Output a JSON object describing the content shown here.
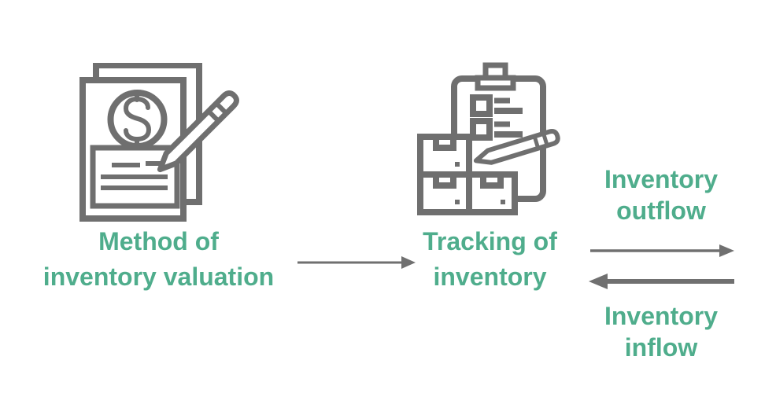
{
  "page": {
    "type": "flow-diagram",
    "background": "#ffffff"
  },
  "colors": {
    "label_green": "#4fad8c",
    "icon_gray": "#6f6f6f",
    "arrow_gray": "#707070",
    "bg": "#ffffff"
  },
  "nodes": {
    "valuation": {
      "icon": "documents-dollar-pencil-icon",
      "label_line1": "Method of",
      "label_line2": "inventory valuation"
    },
    "tracking": {
      "icon": "clipboard-boxes-pencil-icon",
      "label_line1": "Tracking of",
      "label_line2": "inventory"
    }
  },
  "connectors": {
    "main_arrow": {
      "direction": "right",
      "from": "valuation",
      "to": "tracking"
    },
    "outflow_arrow": {
      "direction": "right"
    },
    "inflow_arrow": {
      "direction": "left"
    }
  },
  "flows": {
    "outflow": {
      "line1": "Inventory",
      "line2": "outflow"
    },
    "inflow": {
      "line1": "Inventory",
      "line2": "inflow"
    }
  }
}
